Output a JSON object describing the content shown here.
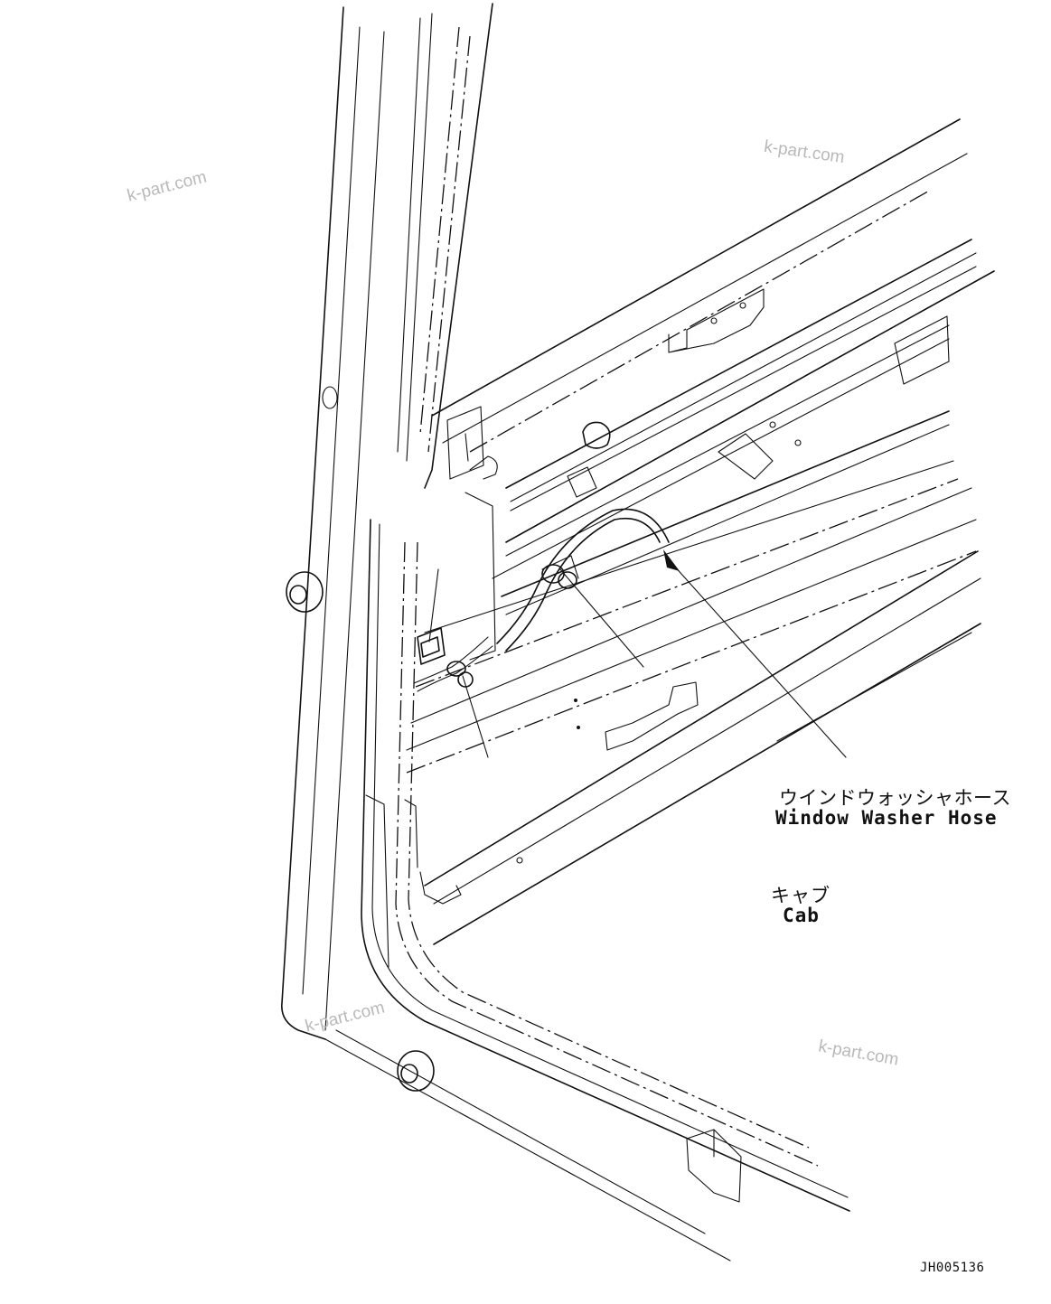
{
  "labels": {
    "hose_jp": "ウインドウォッシャホース",
    "hose_en": "Window Washer Hose",
    "cab_jp": "キャブ",
    "cab_en": "Cab",
    "drawing_no": "JH005136"
  },
  "watermarks": [
    "k-part.com",
    "k-part.com",
    "k-part.com",
    "k-part.com"
  ],
  "colors": {
    "ink": "#111111",
    "watermark": "#b9b9b9",
    "background": "#ffffff"
  }
}
